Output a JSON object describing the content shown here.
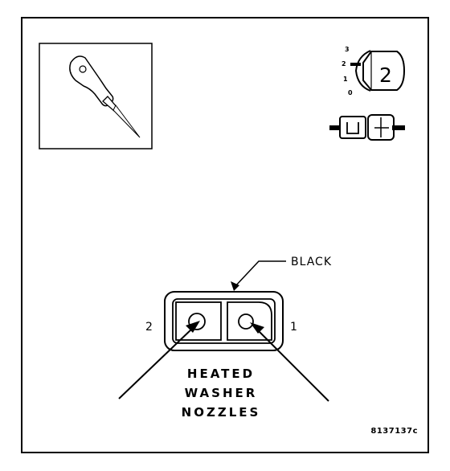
{
  "legend": {
    "view_digits": [
      "3",
      "2",
      "1",
      "0"
    ],
    "view_number": "2"
  },
  "connector": {
    "color_label": "BLACK",
    "pin_left_label": "2",
    "pin_right_label": "1"
  },
  "caption_lines": [
    "HEATED",
    "WASHER",
    "NOZZLES"
  ],
  "figure_id": "8137137c",
  "colors": {
    "line": "#000000",
    "background": "#ffffff"
  }
}
